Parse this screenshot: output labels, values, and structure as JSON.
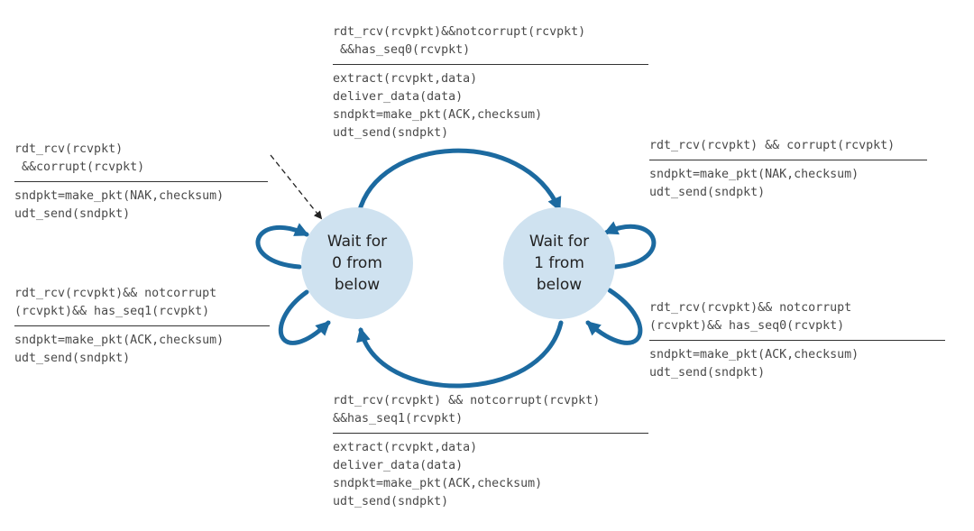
{
  "colors": {
    "arc": "#1c6aa0",
    "state_fill": "#cfe2f0",
    "text": "#4a4a4a",
    "rule": "#333333",
    "init_arrow": "#222222"
  },
  "states": {
    "s0": {
      "lines": [
        "Wait for",
        "0 from",
        "below"
      ]
    },
    "s1": {
      "lines": [
        "Wait for",
        "1 from",
        "below"
      ]
    }
  },
  "transitions": {
    "top": {
      "event": [
        "rdt_rcv(rcvpkt)&&notcorrupt(rcvpkt)",
        " &&has_seq0(rcvpkt)"
      ],
      "actions": [
        "extract(rcvpkt,data)",
        "deliver_data(data)",
        "sndpkt=make_pkt(ACK,checksum)",
        "udt_send(sndpkt)"
      ]
    },
    "left_corrupt": {
      "event": [
        "rdt_rcv(rcvpkt)",
        " &&corrupt(rcvpkt)"
      ],
      "actions": [
        "sndpkt=make_pkt(NAK,checksum)",
        "udt_send(sndpkt)"
      ]
    },
    "left_seq1": {
      "event": [
        "rdt_rcv(rcvpkt)&& notcorrupt",
        "(rcvpkt)&& has_seq1(rcvpkt)"
      ],
      "actions": [
        "sndpkt=make_pkt(ACK,checksum)",
        "udt_send(sndpkt)"
      ]
    },
    "right_corrupt": {
      "event": [
        "rdt_rcv(rcvpkt) && corrupt(rcvpkt)"
      ],
      "actions": [
        "sndpkt=make_pkt(NAK,checksum)",
        "udt_send(sndpkt)"
      ]
    },
    "right_seq0": {
      "event": [
        "rdt_rcv(rcvpkt)&& notcorrupt",
        "(rcvpkt)&& has_seq0(rcvpkt)"
      ],
      "actions": [
        "sndpkt=make_pkt(ACK,checksum)",
        "udt_send(sndpkt)"
      ]
    },
    "bottom": {
      "event": [
        "rdt_rcv(rcvpkt) && notcorrupt(rcvpkt)",
        "&&has_seq1(rcvpkt)"
      ],
      "actions": [
        "extract(rcvpkt,data)",
        "deliver_data(data)",
        "sndpkt=make_pkt(ACK,checksum)",
        "udt_send(sndpkt)"
      ]
    }
  }
}
